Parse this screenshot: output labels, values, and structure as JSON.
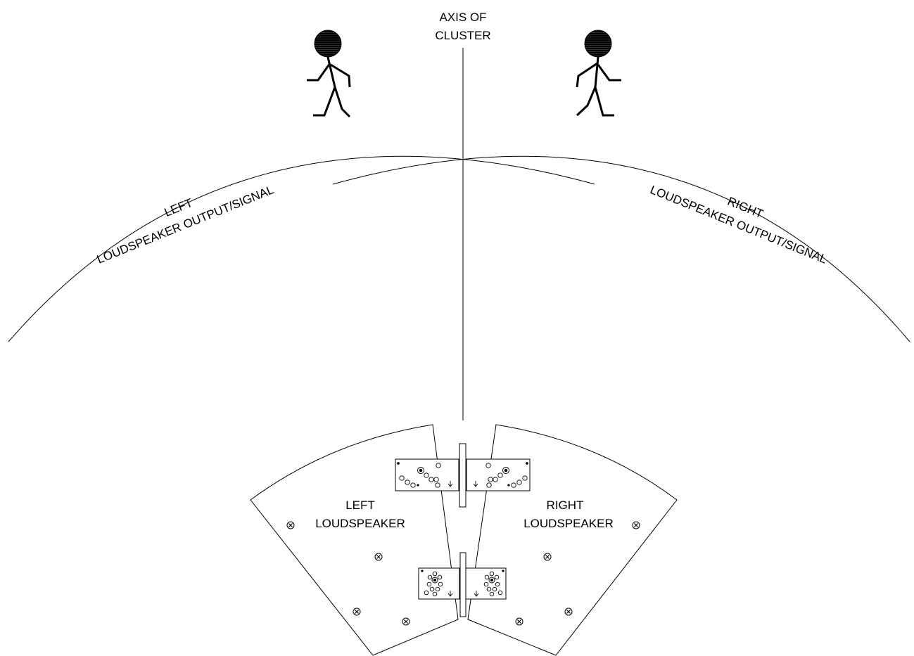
{
  "labels": {
    "axis_line1": "AXIS OF",
    "axis_line2": "CLUSTER",
    "left_output_line1": "LEFT",
    "left_output_line2": "LOUDSPEAKER OUTPUT/SIGNAL",
    "right_output_line1": "RIGHT",
    "right_output_line2": "LOUDSPEAKER OUTPUT/SIGNAL",
    "left_speaker_line1": "LEFT",
    "left_speaker_line2": "LOUDSPEAKER",
    "right_speaker_line1": "RIGHT",
    "right_speaker_line2": "LOUDSPEAKER"
  }
}
